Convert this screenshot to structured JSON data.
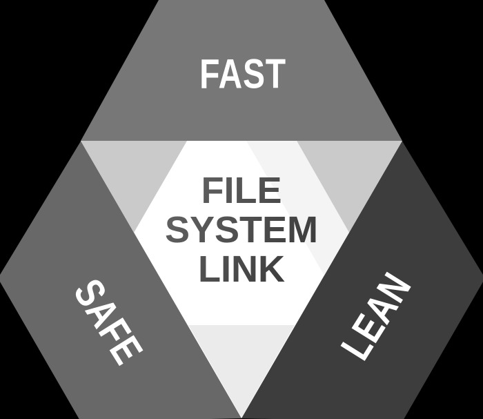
{
  "diagram": {
    "center_title": {
      "line1": "FILE",
      "line2": "SYSTEM",
      "line3": "LINK"
    },
    "labels": {
      "top": "FAST",
      "bottom_left": "SAFE",
      "bottom_right": "LEAN"
    },
    "colors": {
      "background": "#000000",
      "fast_band": "#777777",
      "safe_band": "#686868",
      "lean_band": "#3d3d3d",
      "center_triangle": "#ffffff",
      "corner_triangle": "#cacaca",
      "shine_band": "#f4f4f4",
      "bottom_triangle": "#ebebeb",
      "label_text": "#ffffff",
      "center_text_start": "#666666",
      "center_text_end": "#363636"
    }
  }
}
